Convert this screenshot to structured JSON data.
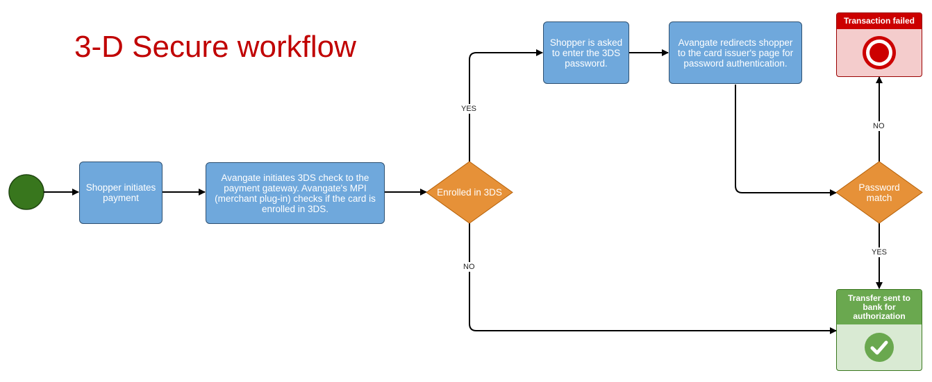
{
  "title": "3-D Secure workflow",
  "nodes": {
    "shopper_initiates": "Shopper initiates payment",
    "avangate_check": "Avangate initiates 3DS check to the payment gateway. Avangate's MPI (merchant plug-in) checks if the card is enrolled in 3DS.",
    "enrolled": "Enrolled in 3DS",
    "asked_password": "Shopper is asked to enter the 3DS password.",
    "redirects": "Avangate redirects shopper to the card issuer's page for password authentication.",
    "password_match": "Password match",
    "transaction_failed": "Transaction failed",
    "transfer_sent": "Transfer sent to bank for authorization"
  },
  "edge_labels": {
    "enrolled_yes": "YES",
    "enrolled_no": "NO",
    "password_no": "NO",
    "password_yes": "YES"
  },
  "colors": {
    "title": "#c00000",
    "process": "#6fa8dc",
    "decision": "#e69138",
    "start": "#38761d",
    "fail_header": "#cc0000",
    "fail_body": "#f4cccc",
    "success_header": "#6aa84f",
    "success_body": "#d9ead3"
  },
  "icons": {
    "start": "start-circle-icon",
    "fail": "stop-circle-icon",
    "success": "check-circle-icon"
  }
}
